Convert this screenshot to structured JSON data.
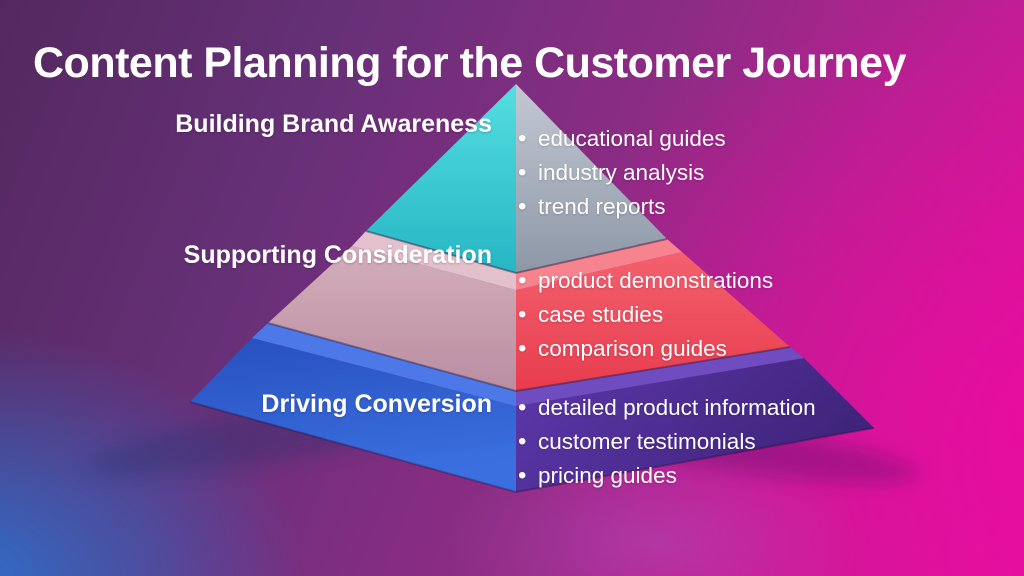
{
  "title": "Content Planning for the Customer Journey",
  "pyramid": {
    "tiers": [
      {
        "label": "Building Brand Awareness",
        "items": [
          "educational guides",
          "industry analysis",
          "trend reports"
        ],
        "left_face_color": "#35c9d1",
        "right_face_color": "#a3adbb"
      },
      {
        "label": "Supporting Consideration",
        "items": [
          "product demonstrations",
          "case studies",
          "comparison guides"
        ],
        "left_face_color": "#c89dae",
        "right_face_color": "#ee4a59"
      },
      {
        "label": "Driving Conversion",
        "items": [
          "detailed product information",
          "customer testimonials",
          "pricing guides"
        ],
        "left_face_color": "#2f5cd0",
        "right_face_color": "#4f2c95"
      }
    ]
  },
  "background": {
    "top_left_purple": "#54285f",
    "right_magenta": "#e2129e",
    "bottom_left_blue": "#2b74d2"
  }
}
